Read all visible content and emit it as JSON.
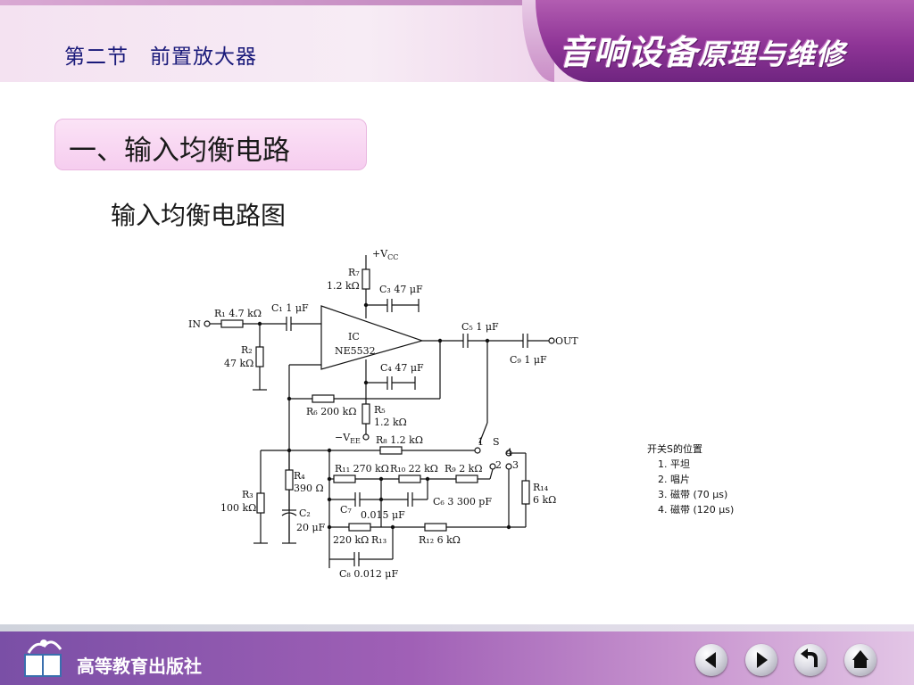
{
  "header": {
    "section": "第二节　前置放大器",
    "brand_main": "音响设备",
    "brand_sub": "原理与维修"
  },
  "heading": "一、输入均衡电路",
  "figure_caption": "输入均衡电路图",
  "circuit": {
    "vcc": "+V",
    "vcc_sub": "CC",
    "vee": "−V",
    "vee_sub": "EE",
    "in_label": "IN",
    "out_label": "OUT",
    "ic_label": "IC",
    "ic_part": "NE5532",
    "r1": "R₁ 4.7 kΩ",
    "r2_name": "R₂",
    "r2_val": "47 kΩ",
    "r3_name": "R₃",
    "r3_val": "100 kΩ",
    "r4_name": "R₄",
    "r4_val": "390 Ω",
    "r5_name": "R₅",
    "r5_val": "1.2 kΩ",
    "r6": "R₆ 200 kΩ",
    "r7_name": "R₇",
    "r7_val": "1.2 kΩ",
    "r8": "R₈ 1.2 kΩ",
    "r9": "R₉ 2 kΩ",
    "r10": "R₁₀ 22 kΩ",
    "r11": "R₁₁ 270 kΩ",
    "r12": "R₁₂ 6 kΩ",
    "r13_val": "220 kΩ",
    "r13_name": "R₁₃",
    "r14_name": "R₁₄",
    "r14_val": "6 kΩ",
    "c1": "C₁ 1 μF",
    "c2_name": "C₂",
    "c2_val": "20 μF",
    "c3": "C₃ 47 μF",
    "c4": "C₄ 47 μF",
    "c5": "C₅ 1 μF",
    "c6": "C₆  3 300 pF",
    "c7": "C₇",
    "c7_val": "0.015 μF",
    "c8": "C₈ 0.012 μF",
    "c9": "C₉ 1 μF",
    "sw_name": "S",
    "sw_1": "1",
    "sw_2": "2",
    "sw_3": "3",
    "sw_4": "4",
    "legend_title": "开关S的位置",
    "legend_items": [
      "1. 平坦",
      "2. 唱片",
      "3. 磁带 (70 μs)",
      "4. 磁带 (120 μs)"
    ]
  },
  "footer": {
    "publisher": "高等教育出版社"
  },
  "nav": {
    "prev_icon": "triangle-left-icon",
    "next_icon": "triangle-right-icon",
    "return_icon": "return-arrow-icon",
    "home_icon": "home-icon"
  }
}
